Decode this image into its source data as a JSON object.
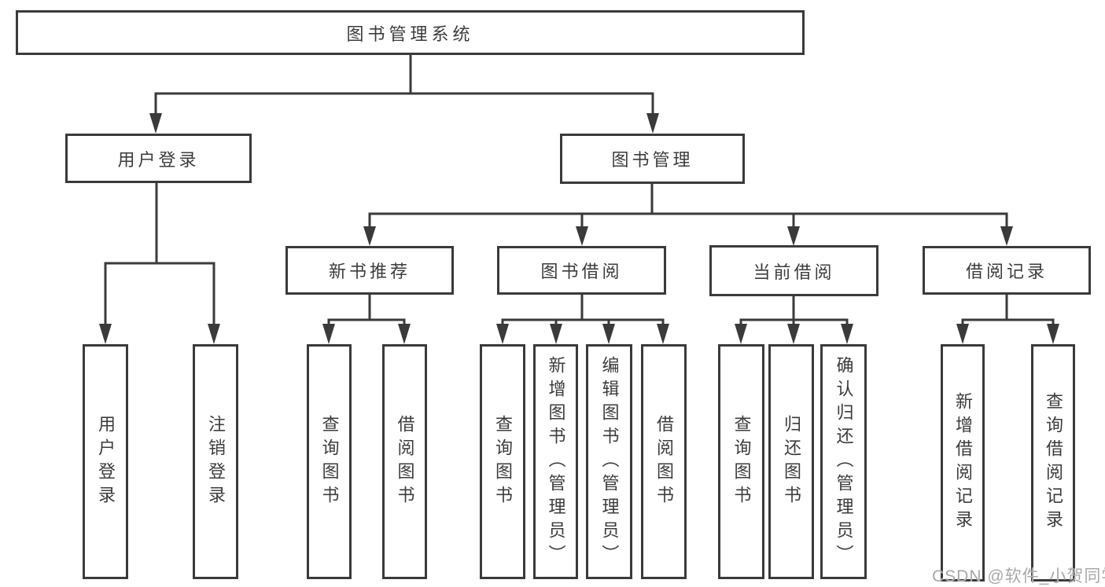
{
  "diagram": {
    "title": "图书管理系统",
    "nodes": {
      "root": "图书管理系统",
      "user_login": "用户登录",
      "book_mgmt": "图书管理",
      "new_rec": "新书推荐",
      "borrow": "图书借阅",
      "current": "当前借阅",
      "records": "借阅记录",
      "leaf_login": "用户登录",
      "leaf_logout": "注销登录",
      "rec_query": "查询图书",
      "rec_borrow": "借阅图书",
      "bor_query": "查询图书",
      "bor_add": "新增图书（管理员）",
      "bor_edit": "编辑图书（管理员）",
      "bor_borrow": "借阅图书",
      "cur_query": "查询图书",
      "cur_return": "归还图书",
      "cur_confirm": "确认归还（管理员）",
      "log_add": "新增借阅记录",
      "log_query": "查询借阅记录"
    },
    "line_color": "#3a3a3a",
    "text_color": "#3c3c3c",
    "watermark_color": "#a8a8a8"
  },
  "watermark": "CSDN @软件_小贺同学"
}
